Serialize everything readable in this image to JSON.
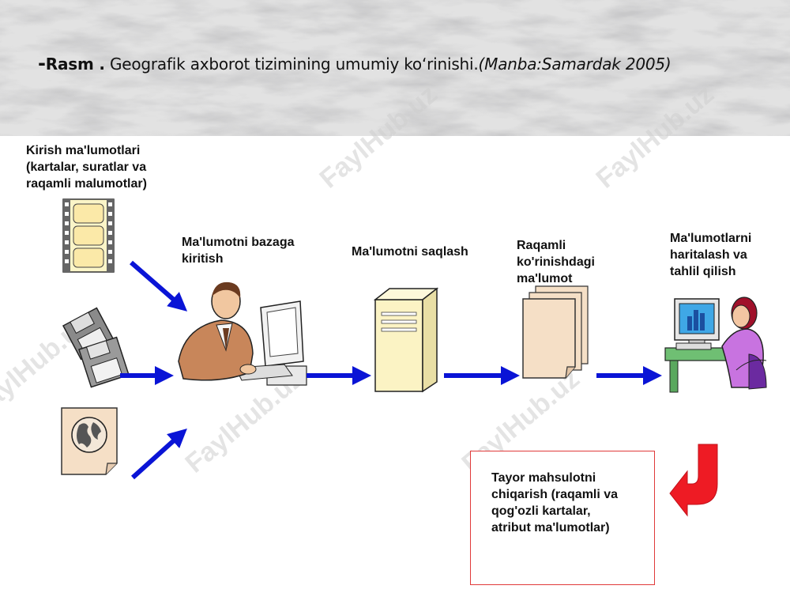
{
  "header": {
    "title_prefix": "-",
    "title_bold": "Rasm .",
    "title_text": " Geografik axborot tizimining umumiy ko‘rinishi.",
    "title_italic": "(Manba:Samardak 2005)"
  },
  "diagram": {
    "input_label": "Kirish ma'lumotlari\n(kartalar, suratlar va\nraqamli malumotlar)",
    "stages": [
      {
        "label": "Ma'lumotni bazaga\nkiritish"
      },
      {
        "label": "Ma'lumotni saqlash"
      },
      {
        "label": "Raqamli\nko'rinishdagi\nma'lumot"
      },
      {
        "label": "Ma'lumotlarni\nharitalash va\ntahlil qilish"
      }
    ],
    "output_label": "Tayor mahsulotni\nchiqarish (raqamli va\nqog'ozli kartalar,\natribut ma'lumotlar)",
    "watermark": "FaylHub.uz"
  },
  "colors": {
    "arrow_blue": "#0a14d6",
    "return_arrow_red": "#ee1b24",
    "output_border": "#e03a3a",
    "paper": "#f5dfc6",
    "server": "#fbf3c4"
  },
  "icons": [
    "film-strip-icon",
    "floppy-disks-icon",
    "globe-map-icon",
    "person-at-computer-icon",
    "server-tower-icon",
    "paper-stack-icon",
    "analyst-at-computer-icon",
    "return-arrow-icon"
  ]
}
